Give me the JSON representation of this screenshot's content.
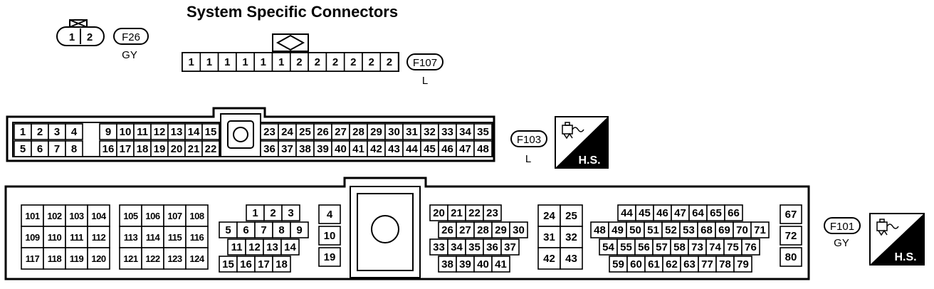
{
  "title": "System Specific Connectors",
  "tags": {
    "f26": {
      "id": "F26",
      "color": "GY",
      "pins": [
        "1",
        "2"
      ]
    },
    "f107": {
      "id": "F107",
      "color": "L"
    },
    "f103": {
      "id": "F103",
      "color": "L"
    },
    "f101": {
      "id": "F101",
      "color": "GY"
    }
  },
  "hs_label": "H.S.",
  "f107_pins": [
    "1",
    "1",
    "1",
    "1",
    "1",
    "1",
    "2",
    "2",
    "2",
    "2",
    "2",
    "2"
  ],
  "f103_pins": {
    "left_top": [
      "1",
      "2",
      "3",
      "4",
      "",
      "9",
      "10",
      "11",
      "12",
      "13",
      "14",
      "15"
    ],
    "left_bottom": [
      "5",
      "6",
      "7",
      "8",
      "",
      "16",
      "17",
      "18",
      "19",
      "20",
      "21",
      "22"
    ],
    "right_top": [
      "23",
      "24",
      "25",
      "26",
      "27",
      "28",
      "29",
      "30",
      "31",
      "32",
      "33",
      "34",
      "35"
    ],
    "right_bottom": [
      "36",
      "37",
      "38",
      "39",
      "40",
      "41",
      "42",
      "43",
      "44",
      "45",
      "46",
      "47",
      "48"
    ]
  },
  "f101_pins": {
    "g1": [
      [
        "101",
        "102",
        "103",
        "104"
      ],
      [
        "109",
        "110",
        "111",
        "112"
      ],
      [
        "117",
        "118",
        "119",
        "120"
      ]
    ],
    "g2": [
      [
        "105",
        "106",
        "107",
        "108"
      ],
      [
        "113",
        "114",
        "115",
        "116"
      ],
      [
        "121",
        "122",
        "123",
        "124"
      ]
    ],
    "g3": [
      [
        "1",
        "2",
        "3"
      ],
      [
        "5",
        "6",
        "7",
        "8",
        "9"
      ],
      [
        "11",
        "12",
        "13",
        "14"
      ],
      [
        "15",
        "16",
        "17",
        "18"
      ]
    ],
    "g4": [
      "4",
      "10",
      "19"
    ],
    "g5": [
      [
        "20",
        "21",
        "22",
        "23"
      ],
      [
        "26",
        "27",
        "28",
        "29",
        "30"
      ],
      [
        "33",
        "34",
        "35",
        "36",
        "37"
      ],
      [
        "38",
        "39",
        "40",
        "41"
      ]
    ],
    "g6": [
      [
        "24",
        "25"
      ],
      [
        "31",
        "32"
      ],
      [
        "42",
        "43"
      ]
    ],
    "g7": [
      [
        "44",
        "45",
        "46",
        "47",
        "64",
        "65",
        "66"
      ],
      [
        "48",
        "49",
        "50",
        "51",
        "52",
        "53",
        "68",
        "69",
        "70",
        "71"
      ],
      [
        "54",
        "55",
        "56",
        "57",
        "58",
        "73",
        "74",
        "75",
        "76"
      ],
      [
        "59",
        "60",
        "61",
        "62",
        "63",
        "77",
        "78",
        "79"
      ]
    ],
    "g8": [
      "67",
      "72",
      "80"
    ]
  }
}
